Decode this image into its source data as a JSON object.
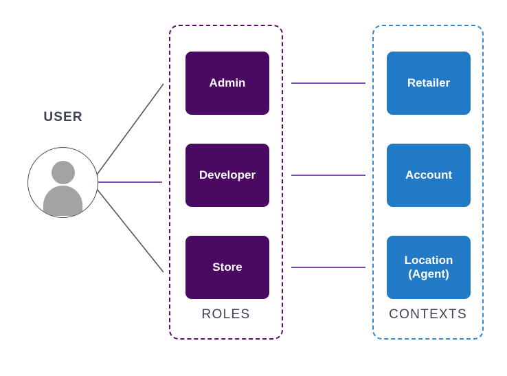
{
  "diagram": {
    "title": "User roles and contexts relationship diagram",
    "colors": {
      "role_fill": "#4a0a62",
      "context_fill": "#2279c6",
      "roles_border": "#5b0a68",
      "contexts_border": "#2e86d4",
      "connector_purple": "#6a2fa8",
      "connector_gray": "#555555",
      "avatar_gray": "#a3a3a3",
      "caption_text": "#3b4253"
    }
  },
  "user": {
    "label": "USER",
    "avatar_icon": "person-avatar-icon"
  },
  "roles": {
    "caption": "ROLES",
    "items": [
      {
        "label": "Admin"
      },
      {
        "label": "Developer"
      },
      {
        "label": "Store"
      }
    ]
  },
  "contexts": {
    "caption": "CONTEXTS",
    "items": [
      {
        "label": "Retailer",
        "line1": "Retailer",
        "line2": ""
      },
      {
        "label": "Account",
        "line1": "Account",
        "line2": ""
      },
      {
        "label": "Location (Agent)",
        "line1": "Location",
        "line2": "(Agent)"
      }
    ]
  },
  "connections": [
    {
      "from": "USER",
      "to": "Admin",
      "style": "gray-diagonal"
    },
    {
      "from": "USER",
      "to": "Developer",
      "style": "purple-horizontal"
    },
    {
      "from": "USER",
      "to": "Store",
      "style": "gray-diagonal"
    },
    {
      "from": "Admin",
      "to": "Retailer",
      "style": "purple-horizontal"
    },
    {
      "from": "Developer",
      "to": "Account",
      "style": "purple-horizontal"
    },
    {
      "from": "Store",
      "to": "Location (Agent)",
      "style": "purple-horizontal"
    }
  ]
}
